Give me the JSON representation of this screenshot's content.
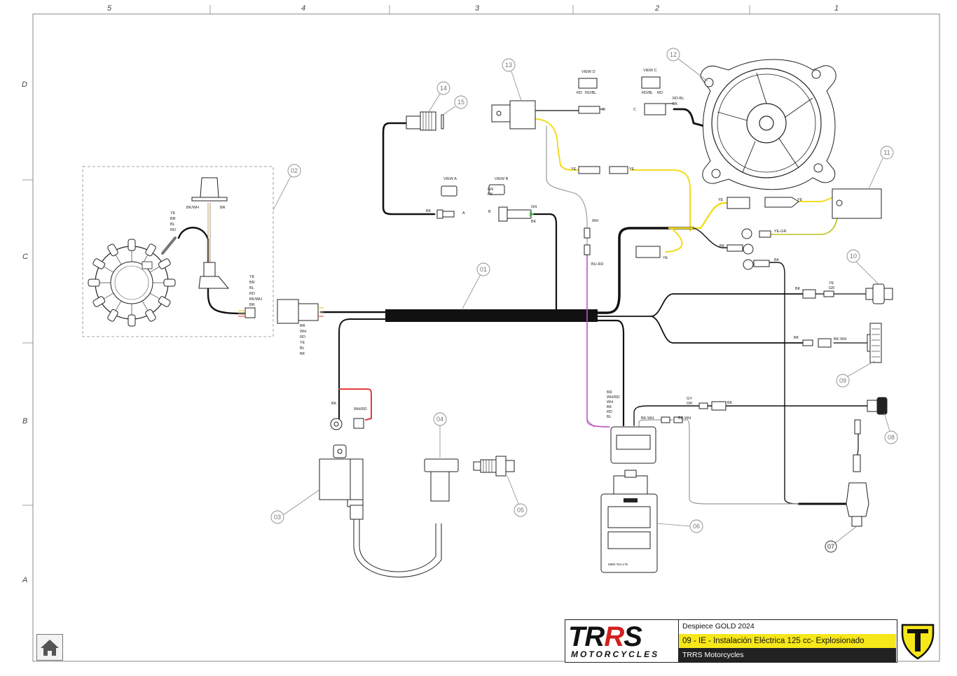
{
  "title_block": {
    "line1": "Despiece GOLD 2024",
    "line2": "09 - IE - Instalación Eléctrica 125 cc- Explosionado",
    "line3": "TRRS Motorcycles",
    "logo_main_a": "TR",
    "logo_main_b": "R",
    "logo_main_c": "S",
    "logo_sub": "MOTORCYCLES",
    "accent_yellow": "#f6e71a",
    "accent_red": "#d42020"
  },
  "grid": {
    "columns": [
      "5",
      "4",
      "3",
      "2",
      "1"
    ],
    "rows": [
      "D",
      "C",
      "B",
      "A"
    ]
  },
  "callouts": [
    "01",
    "02",
    "03",
    "04",
    "05",
    "06",
    "07",
    "08",
    "09",
    "10",
    "11",
    "12",
    "13",
    "14",
    "15"
  ],
  "views": {
    "view_a": "VIEW A",
    "view_b": "VIEW B",
    "view_c": "VIEW C",
    "view_d": "VIEW D"
  },
  "wire_labels": {
    "stator_top": [
      "YE",
      "BR",
      "BL",
      "RD"
    ],
    "pickup_a": "BK/WH",
    "pickup_b": "BR",
    "stator_out": [
      "YE",
      "BR",
      "BL",
      "RD",
      "BK/WH",
      "BR"
    ],
    "main_conn": [
      "BR",
      "WH",
      "RD",
      "YE",
      "BL",
      "BK"
    ],
    "bk_a": "BK",
    "letter_a": "A",
    "letter_b": "B",
    "gn": "GN",
    "bk_b": "BK",
    "gn_bk": [
      "GN",
      "BK"
    ],
    "d_letter": "D",
    "c_letter": "C",
    "view_d_pins": [
      "RD",
      "RD/BL"
    ],
    "view_c_pins": [
      "RD/BL",
      "RD"
    ],
    "fan_wires": [
      "RD-BL",
      "BK"
    ],
    "ye1": "YE",
    "ye2": "YE",
    "wh": "WH",
    "bu_rd": "BU-RD",
    "ye3": "YE",
    "ye4": "YE",
    "ye5": "YE",
    "ye_gr": "YE-GR",
    "bk_c": "BK",
    "bk_d": "BK",
    "bk_e": "BK",
    "ye_gr_pair": [
      "YE",
      "GR"
    ],
    "bk_f": "BK",
    "bk_wh_a": "BK-WH",
    "cdi_wires": [
      "BR",
      "WH/RD",
      "WH",
      "BK",
      "RD",
      "BL"
    ],
    "bk_wh_b": "BK-WH",
    "bk_wh_c": "BK-WH",
    "gy_or": [
      "GY",
      "OR"
    ],
    "bk_g": "BK",
    "bk_h": "BK",
    "wh_rd": "WH/RD",
    "cdi_code": "5896-754-178"
  }
}
